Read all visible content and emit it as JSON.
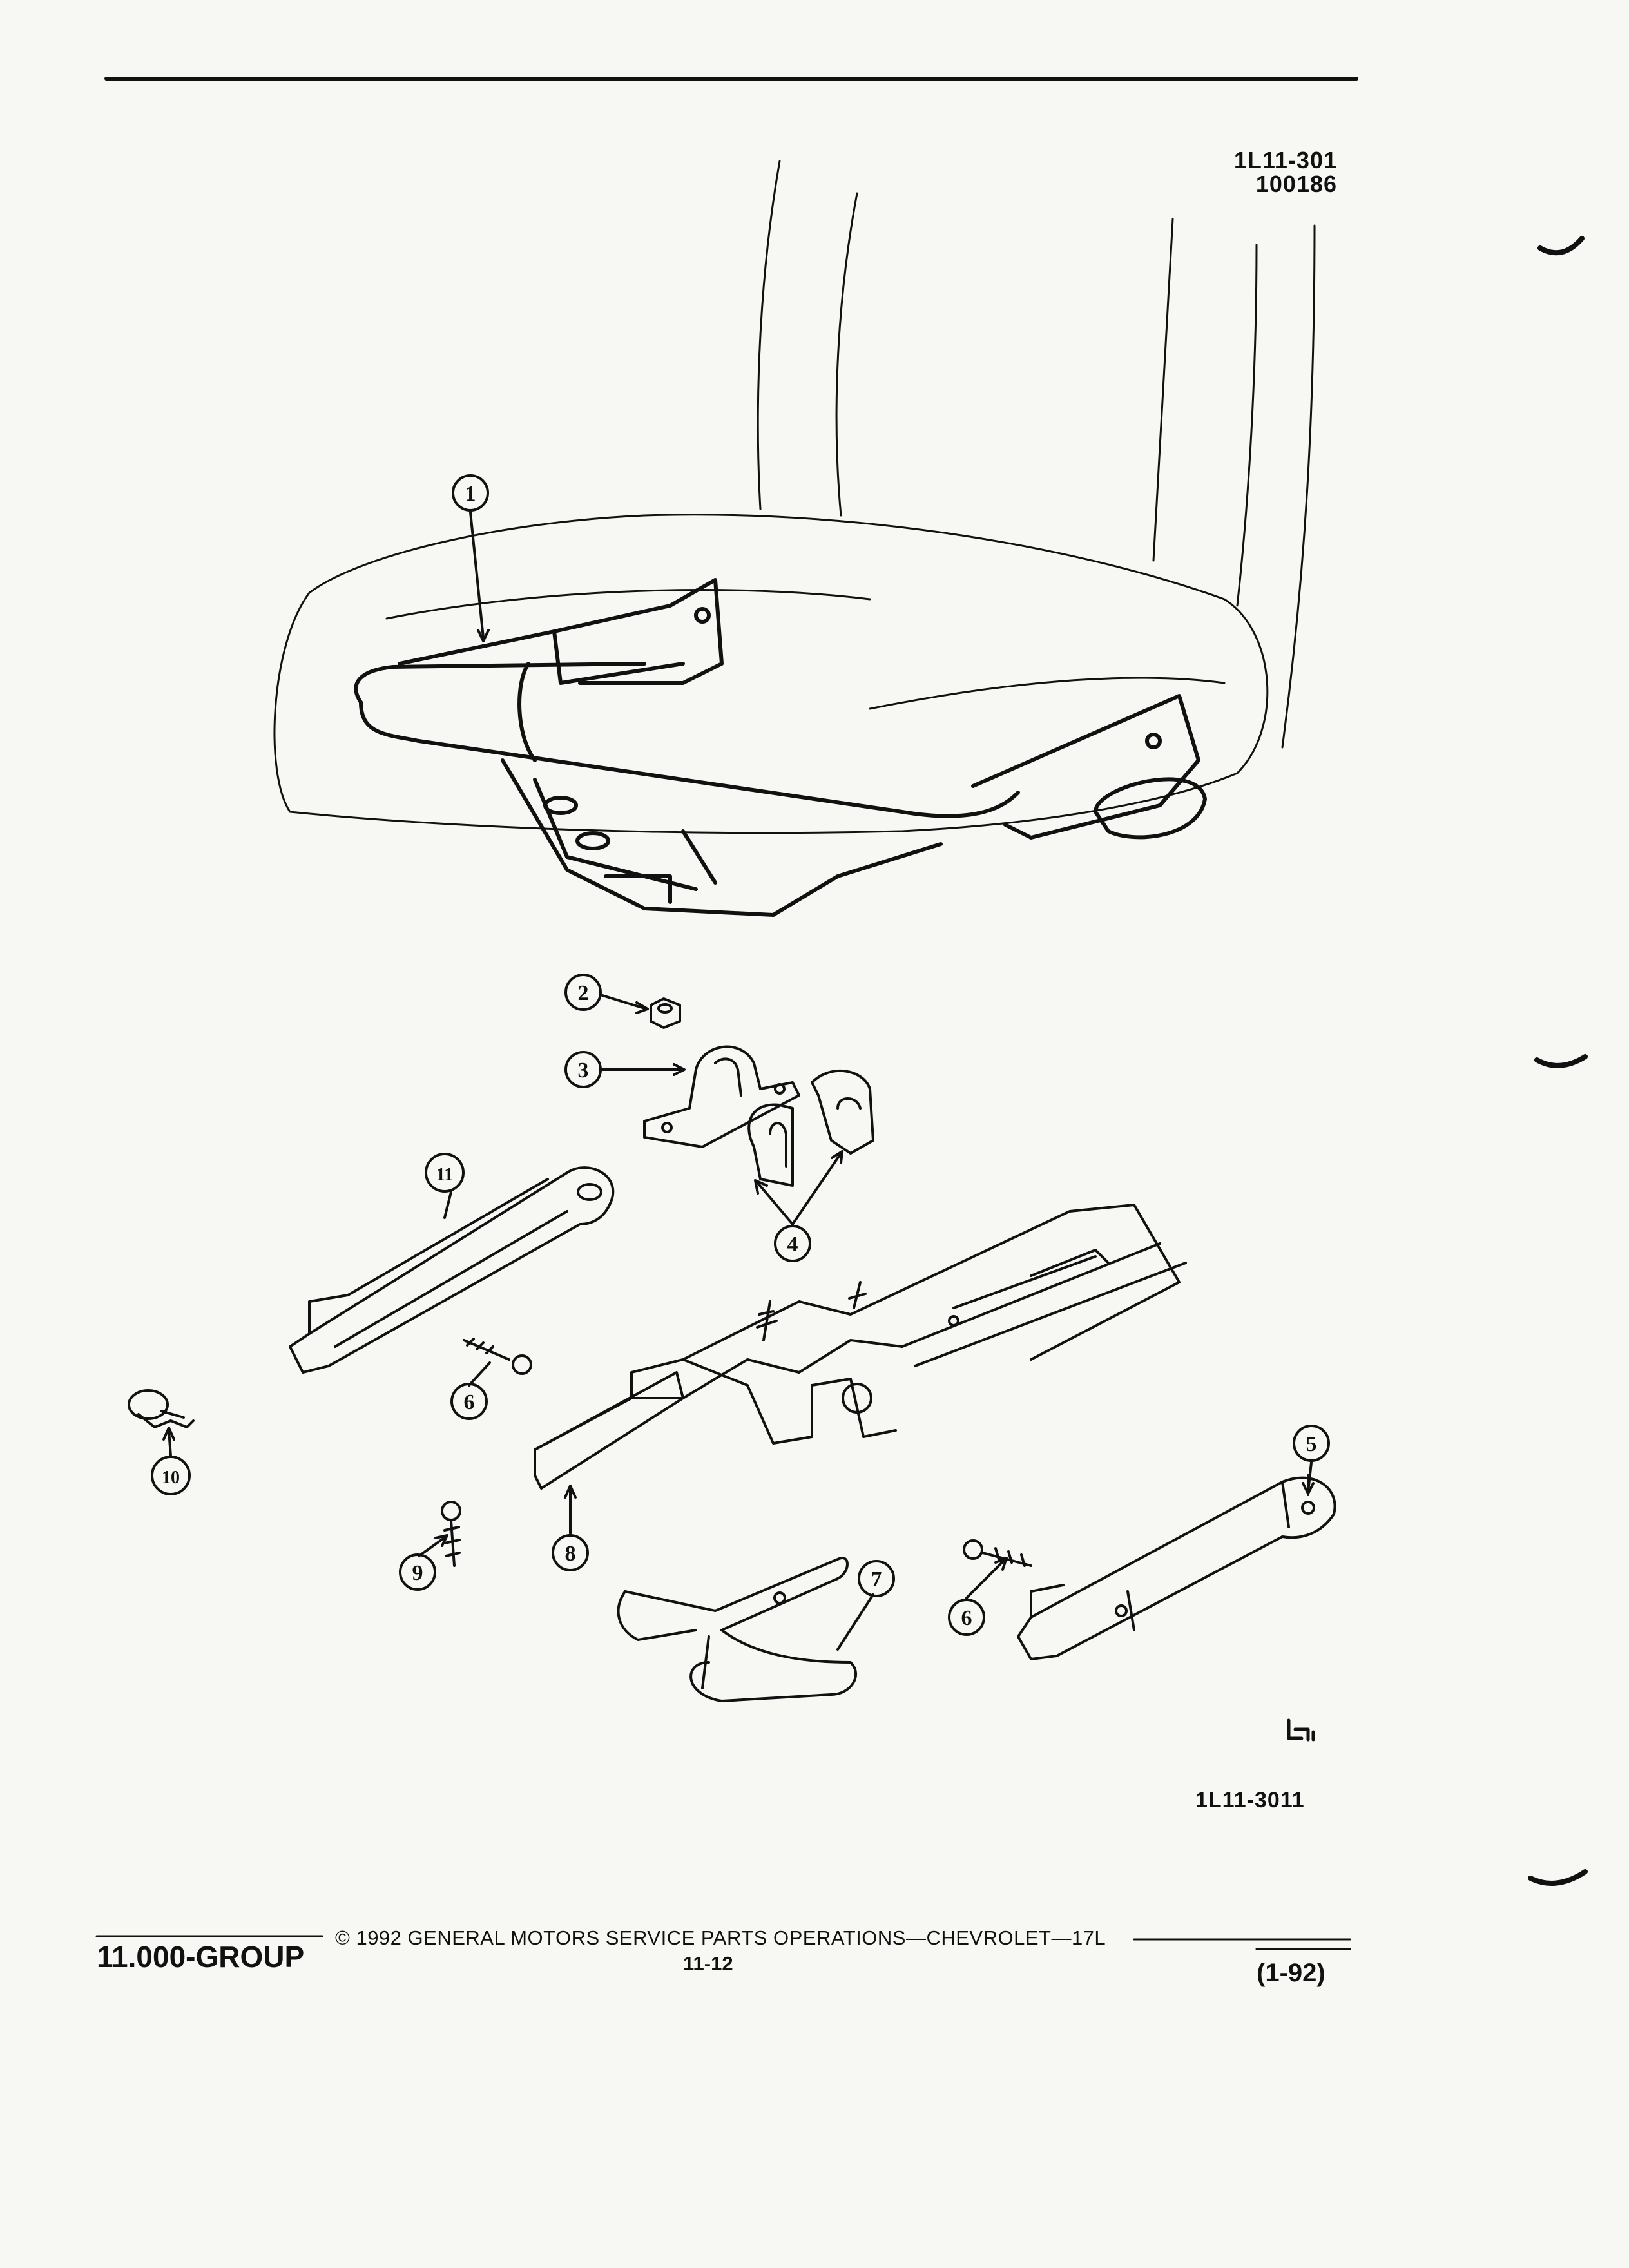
{
  "header": {
    "illustration_code": "1L11-301",
    "illustration_number": "100186"
  },
  "figure": {
    "figure_code": "1L11-3011",
    "callouts": [
      "1",
      "2",
      "3",
      "4",
      "5",
      "6",
      "6",
      "7",
      "8",
      "9",
      "10",
      "11"
    ]
  },
  "footer": {
    "group": "11.000-GROUP",
    "copyright": "© 1992 GENERAL MOTORS SERVICE PARTS OPERATIONS—CHEVROLET—17L",
    "page": "11-12",
    "date": "(1-92)"
  },
  "icons": [
    "small-logo-mark-icon"
  ]
}
